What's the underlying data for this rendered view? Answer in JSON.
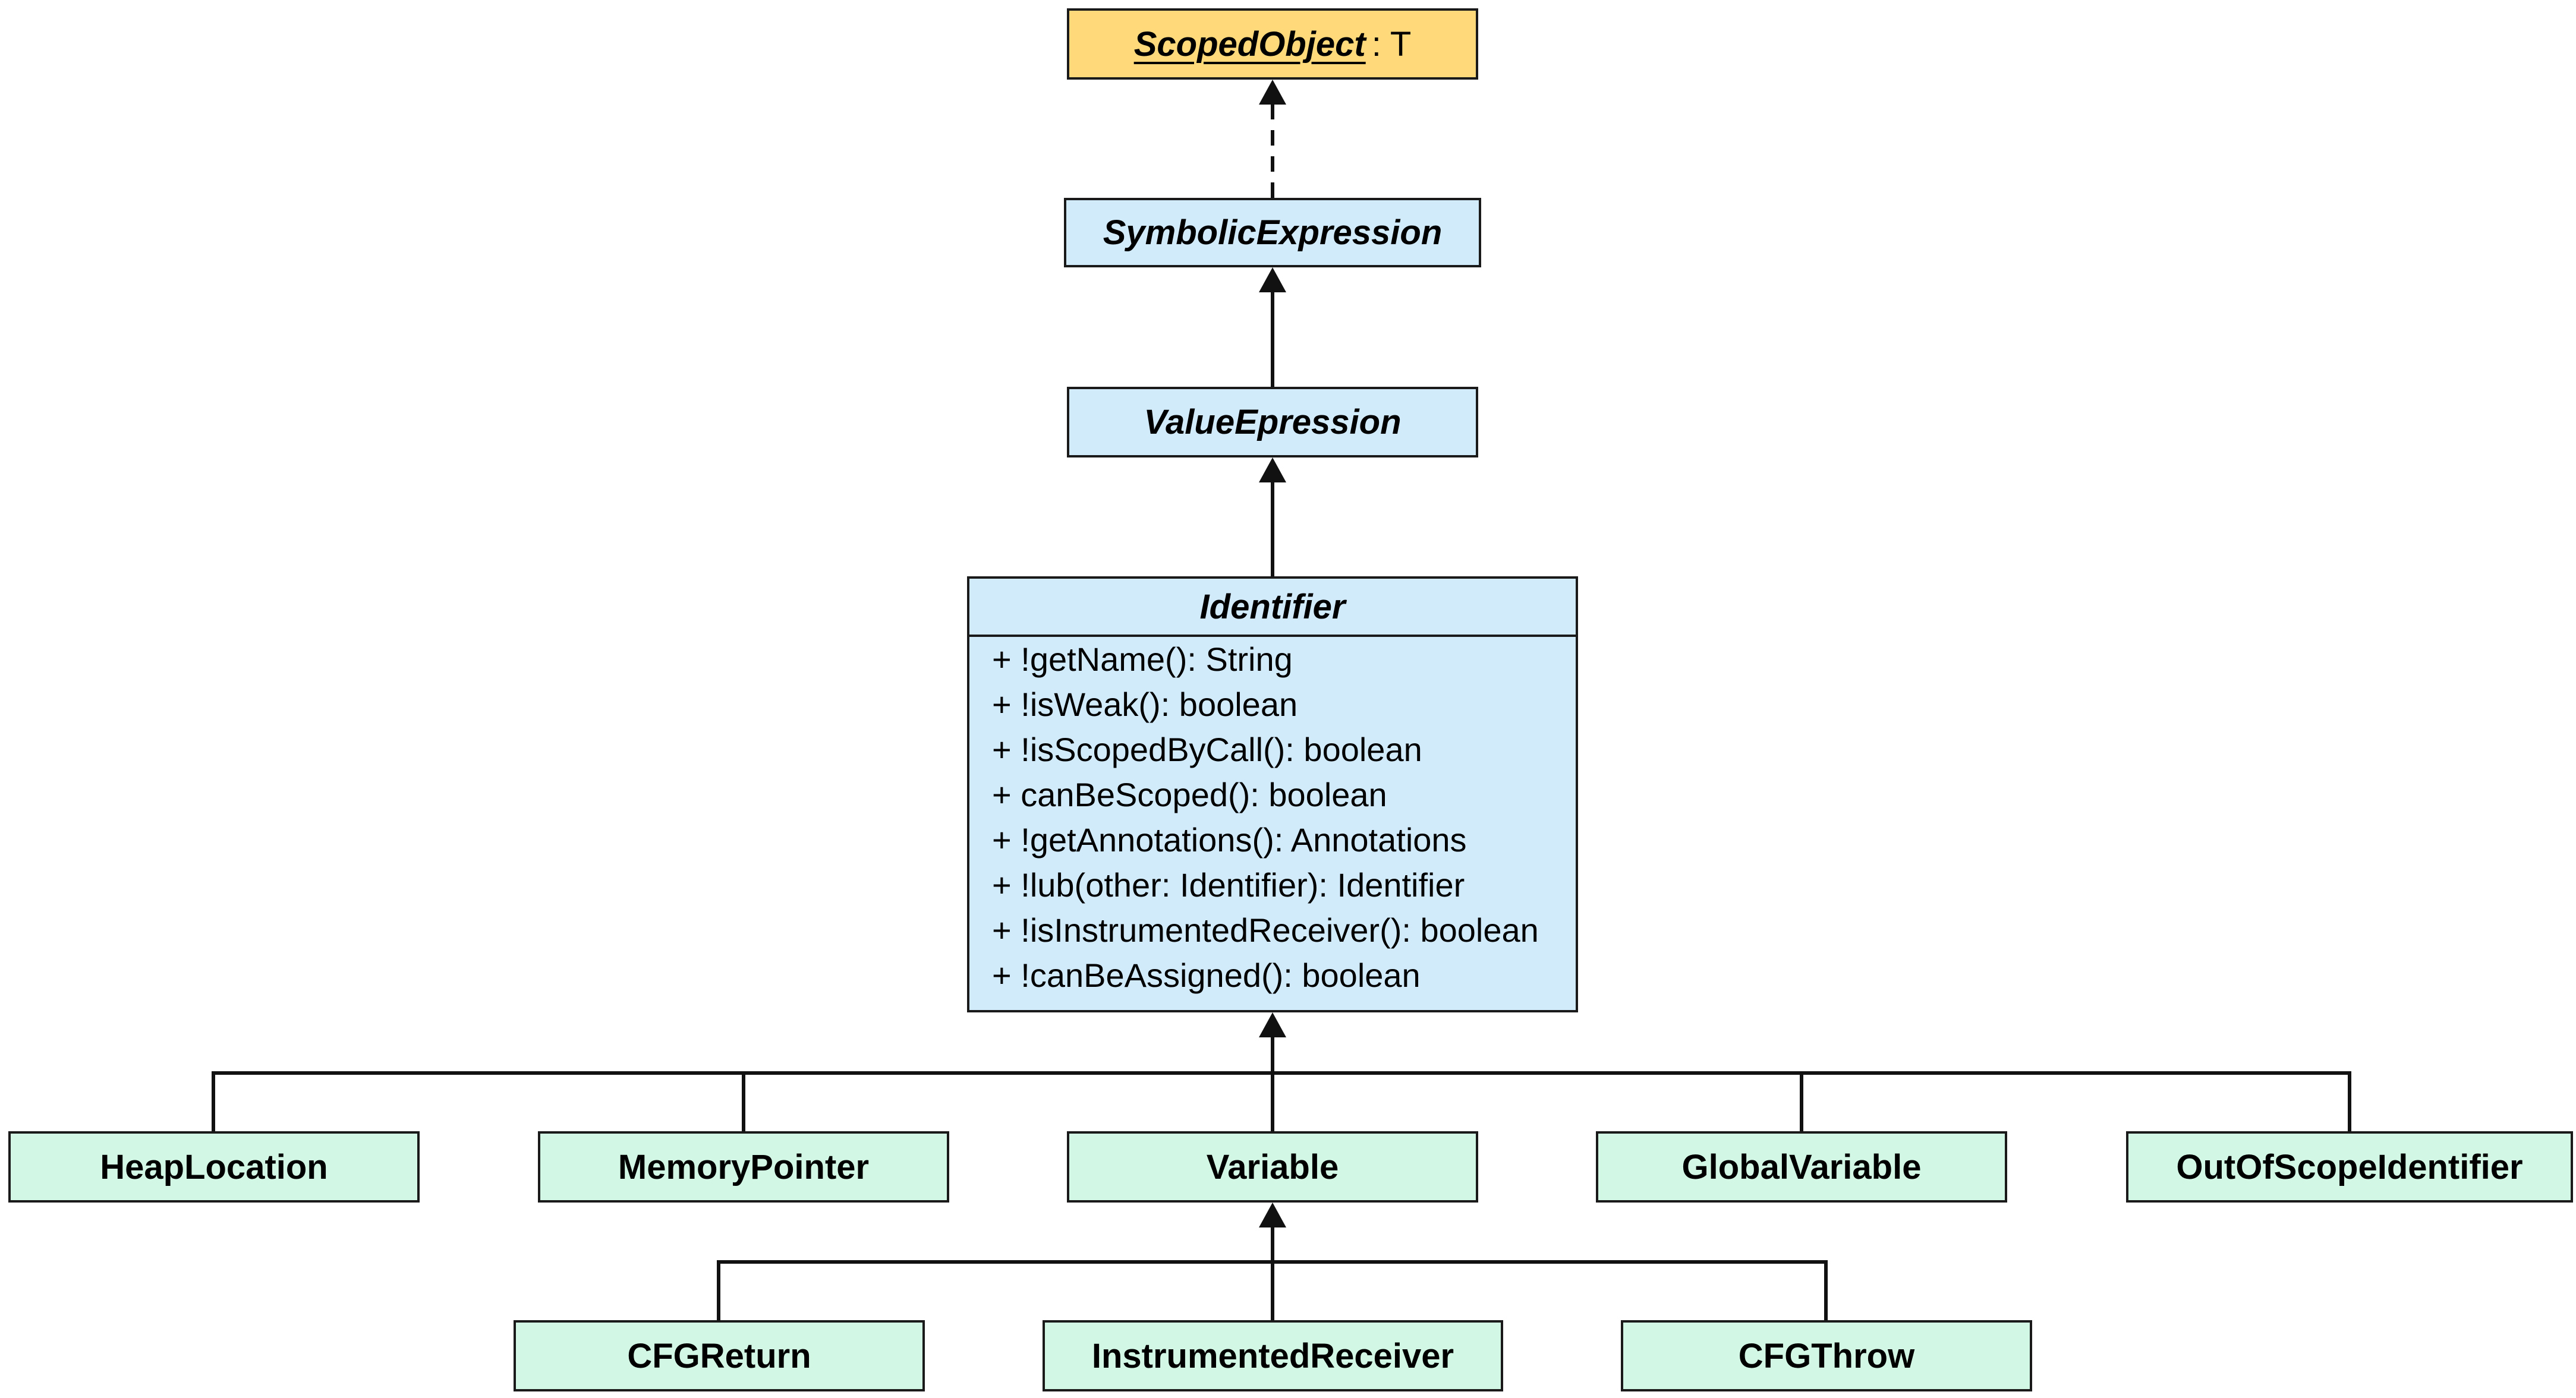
{
  "interface": {
    "name": "ScopedObject",
    "type_suffix": ": T",
    "color": "#ffd97a"
  },
  "abstract_classes": {
    "symbolic_expression": "SymbolicExpression",
    "value_expression": "ValueEpression",
    "color": "#d2ebfb"
  },
  "identifier": {
    "name": "Identifier",
    "methods": [
      "+ !getName(): String",
      "+ !isWeak(): boolean",
      "+ !isScopedByCall(): boolean",
      "+ canBeScoped(): boolean",
      "+ !getAnnotations(): Annotations",
      "+ !lub(other: Identifier): Identifier",
      "+ !isInstrumentedReceiver(): boolean",
      "+ !canBeAssigned(): boolean"
    ]
  },
  "concrete_classes": {
    "heap_location": "HeapLocation",
    "memory_pointer": "MemoryPointer",
    "variable": "Variable",
    "global_variable": "GlobalVariable",
    "out_of_scope_identifier": "OutOfScopeIdentifier",
    "cfg_return": "CFGReturn",
    "instrumented_receiver": "InstrumentedReceiver",
    "cfg_throw": "CFGThrow",
    "color": "#d2f7e5"
  },
  "relations": [
    {
      "from": "SymbolicExpression",
      "to": "ScopedObject",
      "kind": "realization"
    },
    {
      "from": "ValueEpression",
      "to": "SymbolicExpression",
      "kind": "generalization"
    },
    {
      "from": "Identifier",
      "to": "ValueEpression",
      "kind": "generalization"
    },
    {
      "from": "HeapLocation",
      "to": "Identifier",
      "kind": "generalization"
    },
    {
      "from": "MemoryPointer",
      "to": "Identifier",
      "kind": "generalization"
    },
    {
      "from": "Variable",
      "to": "Identifier",
      "kind": "generalization"
    },
    {
      "from": "GlobalVariable",
      "to": "Identifier",
      "kind": "generalization"
    },
    {
      "from": "OutOfScopeIdentifier",
      "to": "Identifier",
      "kind": "generalization"
    },
    {
      "from": "CFGReturn",
      "to": "Variable",
      "kind": "generalization"
    },
    {
      "from": "InstrumentedReceiver",
      "to": "Variable",
      "kind": "generalization"
    },
    {
      "from": "CFGThrow",
      "to": "Variable",
      "kind": "generalization"
    }
  ]
}
